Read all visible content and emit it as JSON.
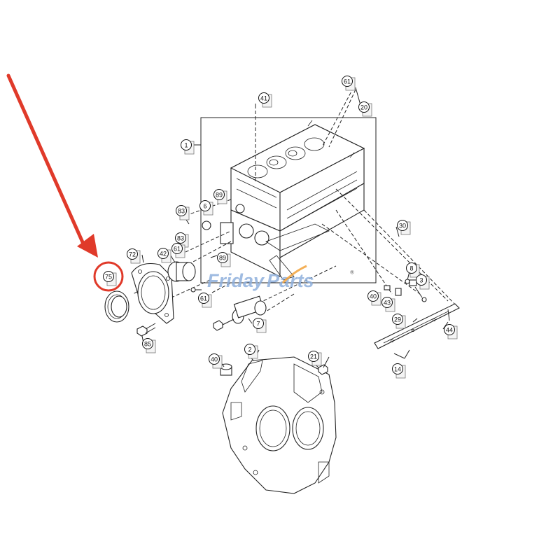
{
  "diagram": {
    "callouts": [
      "61",
      "20",
      "41",
      "1",
      "89",
      "6",
      "83",
      "83",
      "72",
      "42",
      "61",
      "75",
      "85",
      "89",
      "61",
      "7",
      "30",
      "8",
      "3",
      "40",
      "43",
      "29",
      "44",
      "14",
      "2",
      "40",
      "21"
    ],
    "watermark": {
      "word1": "Friday",
      "word2": "Parts",
      "registered": "®",
      "color1": "#8fb0dc",
      "color2": "#8fb0dc",
      "accent": "#f2a23a"
    },
    "highlight": {
      "target": "75",
      "color": "#e03a2a"
    }
  }
}
